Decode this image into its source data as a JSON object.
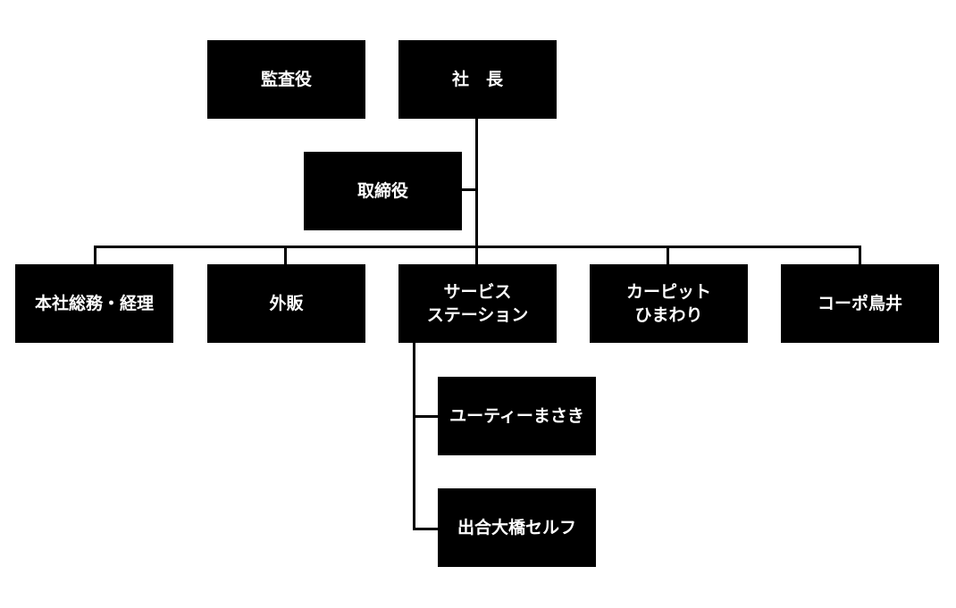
{
  "org_chart": {
    "president": {
      "label": "社　長"
    },
    "auditor": {
      "label": "監査役"
    },
    "directors": {
      "label": "取締役"
    },
    "divisions": [
      {
        "label": "本社総務・経理"
      },
      {
        "label": "外販"
      },
      {
        "label_line1": "サービス",
        "label_line2": "ステーション"
      },
      {
        "label_line1": "カーピット",
        "label_line2": "ひまわり"
      },
      {
        "label": "コーポ鳥井"
      }
    ],
    "service_station_branches": [
      {
        "label": "ユーティーまさき"
      },
      {
        "label": "出合大橋セルフ"
      }
    ]
  }
}
